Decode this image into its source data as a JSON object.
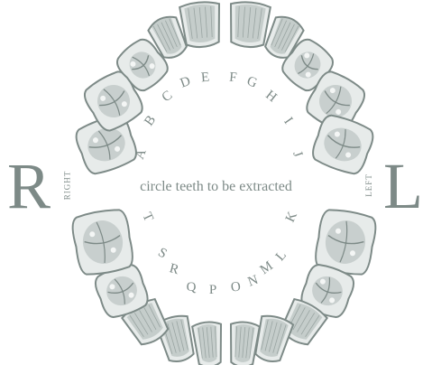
{
  "sides": {
    "right_letter": "R",
    "right_label": "RIGHT",
    "left_letter": "L",
    "left_label": "LEFT"
  },
  "instruction": "circle teeth to be extracted",
  "upper_letters": [
    "A",
    "B",
    "C",
    "D",
    "E",
    "F",
    "G",
    "H",
    "I",
    "J"
  ],
  "lower_letters": [
    "K",
    "L",
    "M",
    "N",
    "O",
    "P",
    "Q",
    "R",
    "S",
    "T"
  ],
  "colors": {
    "ink": "#7d8a87",
    "tooth_fill": "#e7ebea",
    "tooth_shade": "#aab4b1"
  }
}
